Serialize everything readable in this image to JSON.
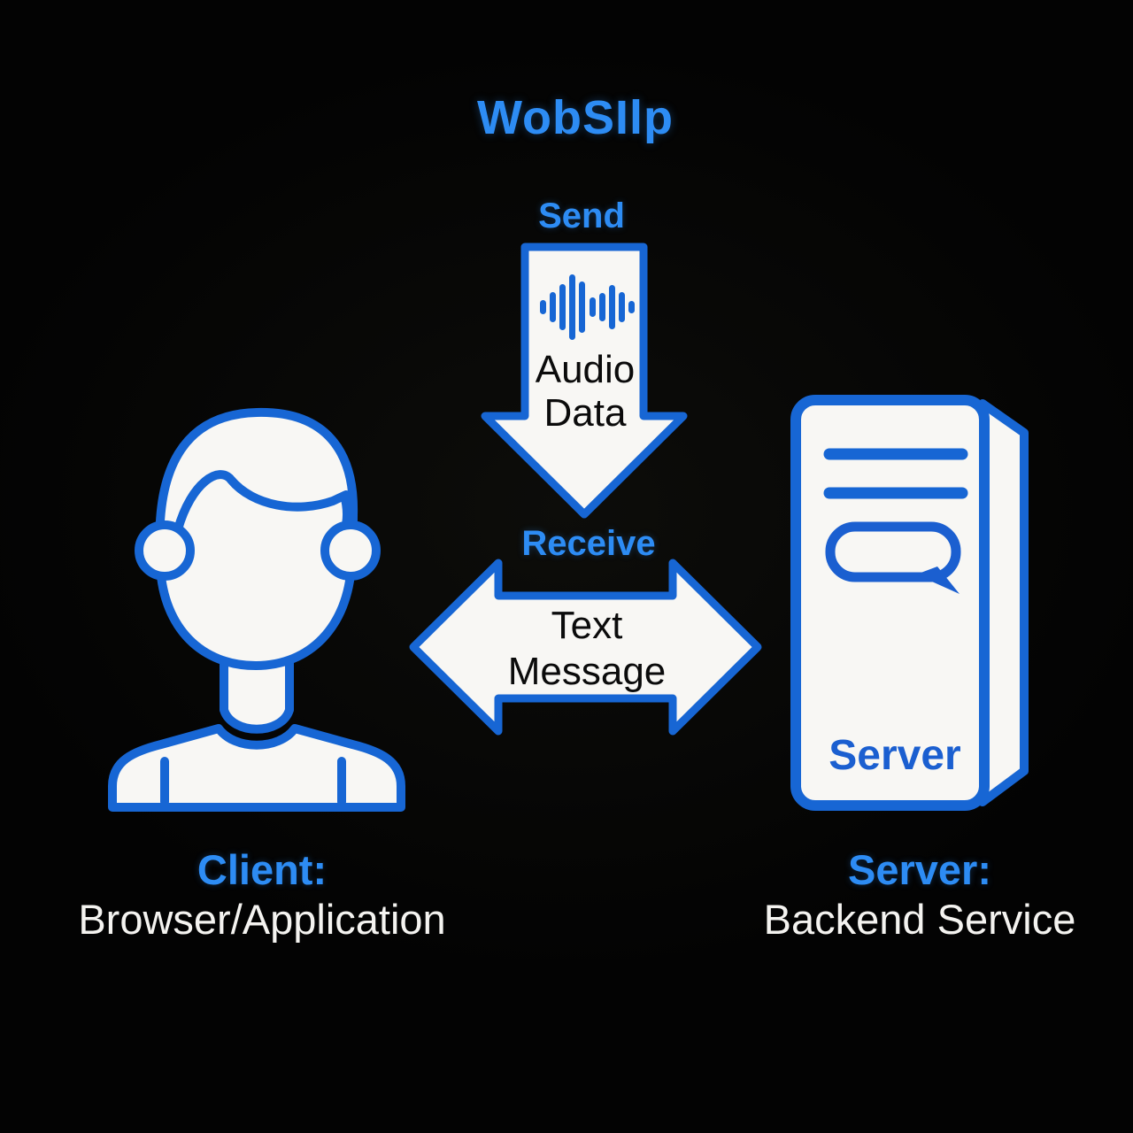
{
  "title": "WobSIlp",
  "colors": {
    "background": "#030303",
    "accent_blue": "#2d8cf4",
    "outline_blue": "#1766d4",
    "deep_blue": "#1b5fd0",
    "shape_fill": "#f8f7f4",
    "dark_text": "#0b0b0b",
    "light_text": "#f4f3f0"
  },
  "send_flow": {
    "label": "Send",
    "icon": "waveform-icon",
    "arrow_lines": [
      "Audio",
      "Data"
    ]
  },
  "receive_flow": {
    "label": "Receive",
    "arrow_lines": [
      "Text",
      "Message"
    ]
  },
  "client": {
    "icon": "person-icon",
    "label": "Client:",
    "description": "Browser/Application"
  },
  "server": {
    "icon": "server-tower-icon",
    "badge": "Server",
    "label": "Server:",
    "description": "Backend Service"
  }
}
